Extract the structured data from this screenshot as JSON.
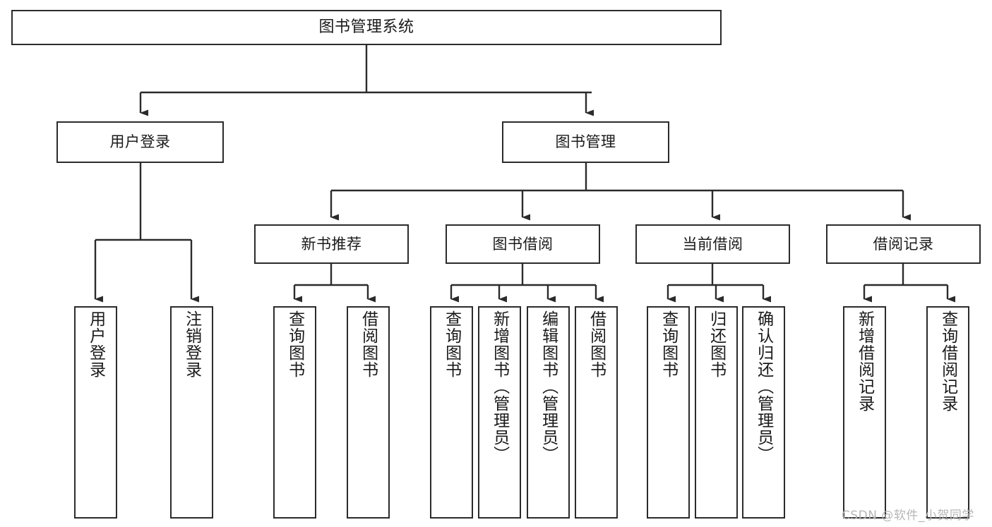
{
  "diagram": {
    "type": "tree-hierarchy-chart",
    "title": "图书管理系统",
    "colors": {
      "background": "#ffffff",
      "box_border": "#2b2b2b",
      "box_fill": "#ffffff",
      "connector": "#2b2b2b",
      "text": "#1a1a1a",
      "watermark": "#b6b6b6"
    },
    "root": {
      "label": "图书管理系统"
    },
    "level1": [
      {
        "label": "用户登录"
      },
      {
        "label": "图书管理"
      }
    ],
    "level2": [
      {
        "label": "新书推荐"
      },
      {
        "label": "图书借阅"
      },
      {
        "label": "当前借阅"
      },
      {
        "label": "借阅记录"
      }
    ],
    "leaves": {
      "user_login": [
        {
          "label": "用户登录"
        },
        {
          "label": "注销登录"
        }
      ],
      "new_book_recommend": [
        {
          "label": "查询图书"
        },
        {
          "label": "借阅图书"
        }
      ],
      "book_borrow": [
        {
          "label": "查询图书"
        },
        {
          "label": "新增图书（管理员）"
        },
        {
          "label": "编辑图书（管理员）"
        },
        {
          "label": "借阅图书"
        }
      ],
      "current_borrow": [
        {
          "label": "查询图书"
        },
        {
          "label": "归还图书"
        },
        {
          "label": "确认归还（管理员）"
        }
      ],
      "borrow_record": [
        {
          "label": "新增借阅记录"
        },
        {
          "label": "查询借阅记录"
        }
      ]
    },
    "watermark": "CSDN @软件_小贺同学"
  }
}
